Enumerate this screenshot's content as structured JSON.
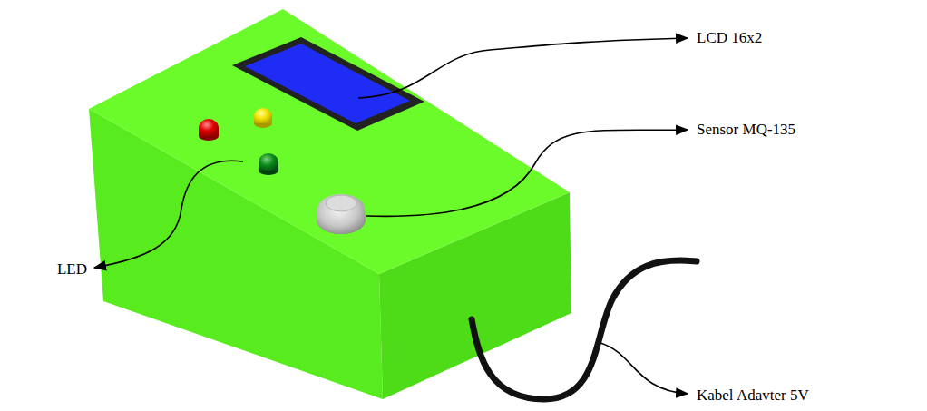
{
  "diagram": {
    "labels": [
      "LCD 16x2",
      "Sensor MQ-135",
      "LED",
      "Kabel Adavter 5V"
    ]
  }
}
